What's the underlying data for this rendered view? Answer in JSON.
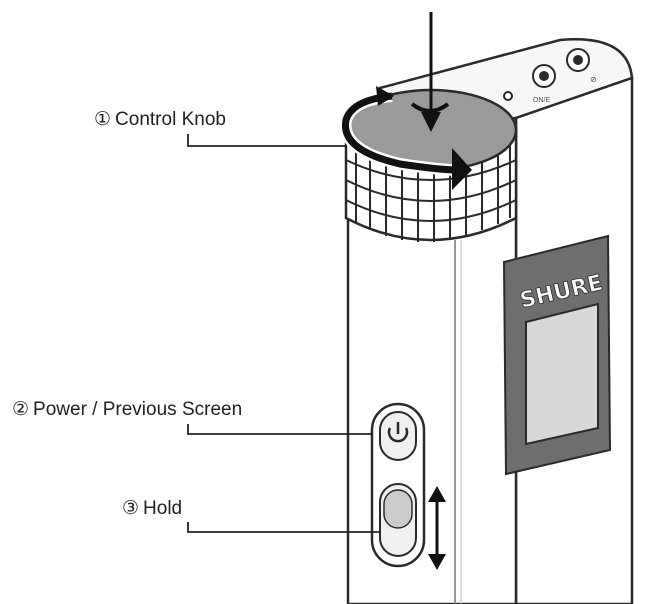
{
  "callouts": [
    {
      "number": "①",
      "label": "Control Knob"
    },
    {
      "number": "②",
      "label": "Power / Previous Screen"
    },
    {
      "number": "③",
      "label": "Hold"
    }
  ],
  "device": {
    "brand_logo": "SHURE",
    "top_panel_labels": [
      "ON/E",
      "⊘"
    ]
  },
  "icons": {
    "power": "power-icon",
    "press_arrow": "down-arrow-icon",
    "rotate_arrow": "rotate-arrow-icon",
    "slide_arrow": "up-down-arrow-icon"
  },
  "colors": {
    "outline": "#2a2a2a",
    "knob_top": "#9a9a9a",
    "screen_frame": "#6e6e6e",
    "screen": "#d8d8d8"
  }
}
